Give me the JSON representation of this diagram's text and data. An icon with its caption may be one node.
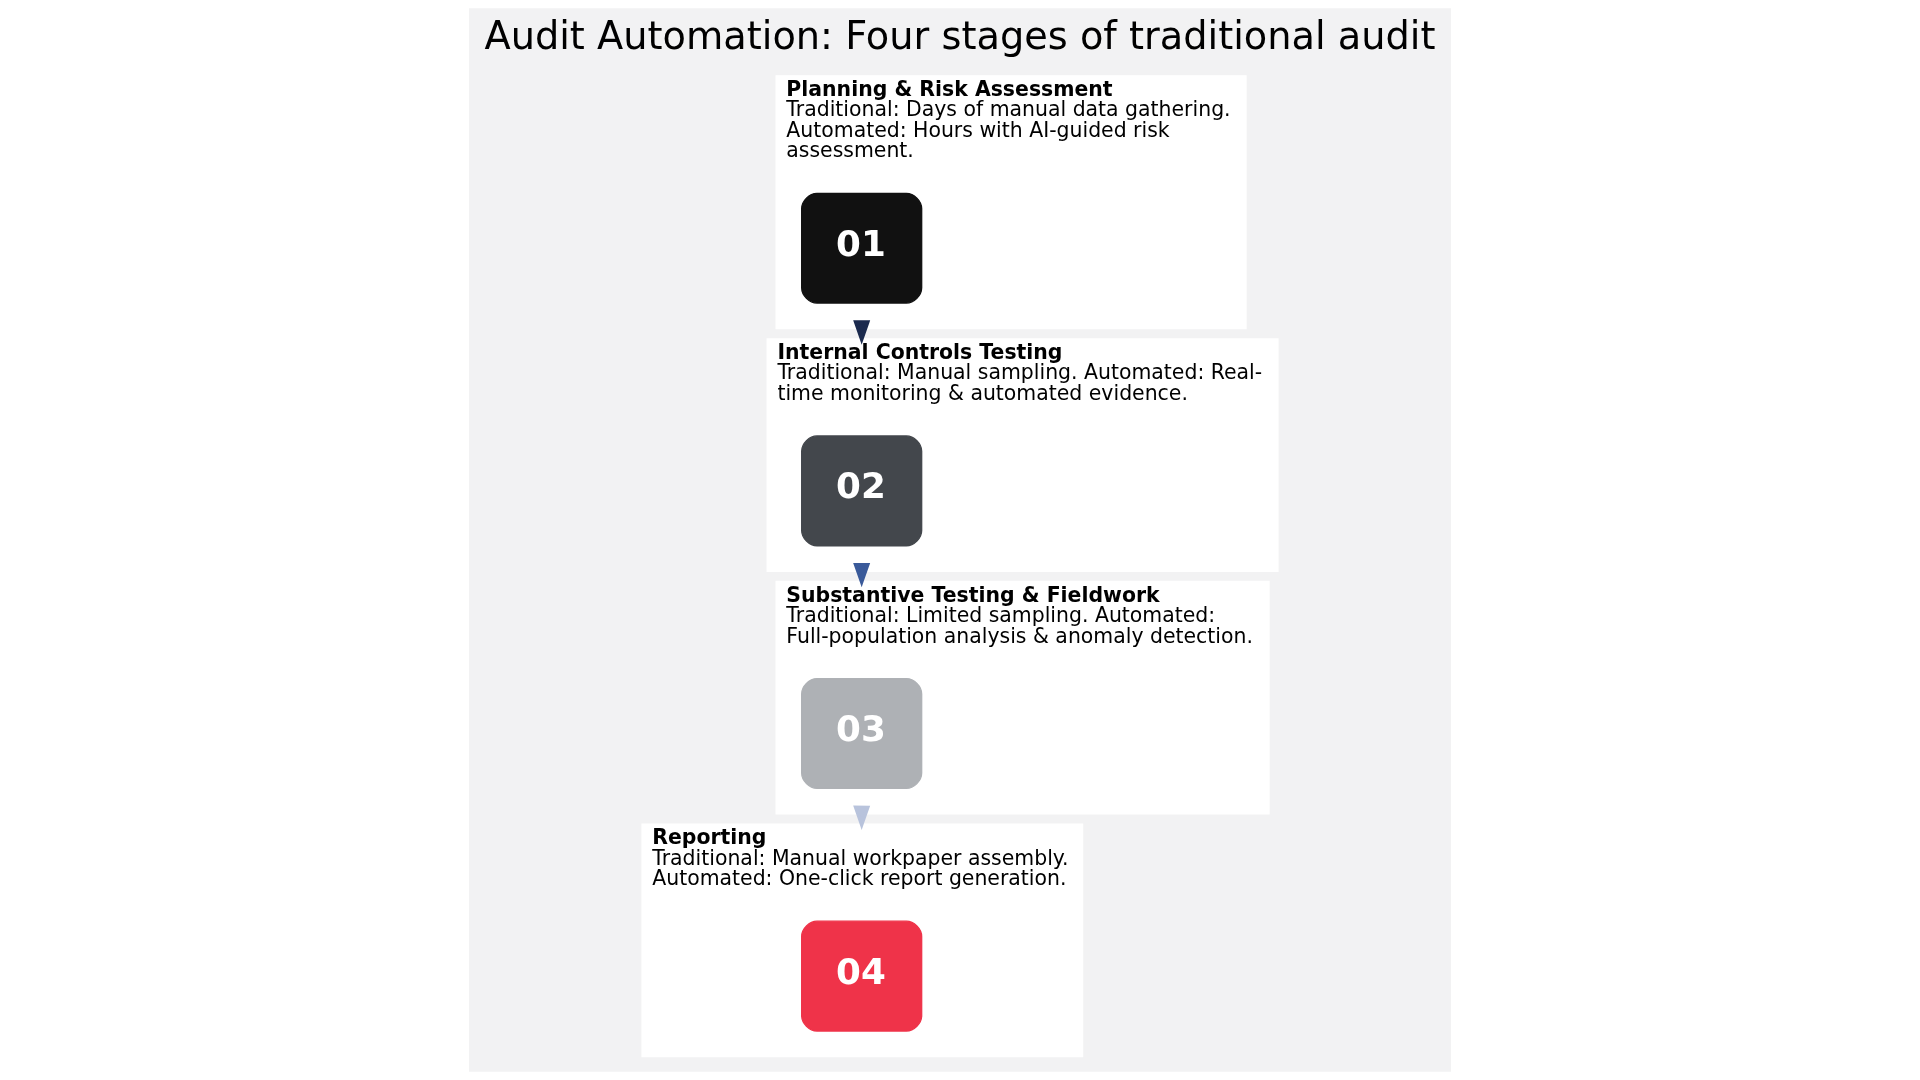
{
  "diagram": {
    "title": "Audit Automation: Four stages of traditional audit",
    "nodes": [
      {
        "text": [
          "Planning & Risk Assessment",
          "Traditional: Days of manual data gathering. Automated: Hours with AI-guided risk assessment."
        ]
      },
      {
        "text": [
          "01"
        ],
        "in": 0
      },
      {
        "text": [
          "Internal Controls Testing",
          "Traditional: Manual sampling. Automated: Real-time monitoring & automated evidence."
        ]
      },
      {
        "text": [
          "02"
        ],
        "in": 2
      },
      {
        "text": [
          "Substantive Testing & Fieldwork",
          "Traditional: Limited sampling. Automated: Full-population analysis & anomaly detection."
        ]
      },
      {
        "text": [
          "03"
        ],
        "in": 4
      },
      {
        "text": [
          "Reporting",
          "Traditional: Manual workpaper assembly. Automated: One-click report generation."
        ]
      },
      {
        "text": [
          "04"
        ],
        "in": 6
      }
    ],
    "edges": [
      {
        "from": 0,
        "to": 2,
        "arrow": "to",
        "color": "#1b2a4e"
      },
      {
        "from": 2,
        "to": 4,
        "arrow": "to",
        "color": "#3a5a9a"
      },
      {
        "from": 4,
        "to": 6,
        "arrow": "to",
        "color": "#b8c3dc"
      }
    ]
  }
}
